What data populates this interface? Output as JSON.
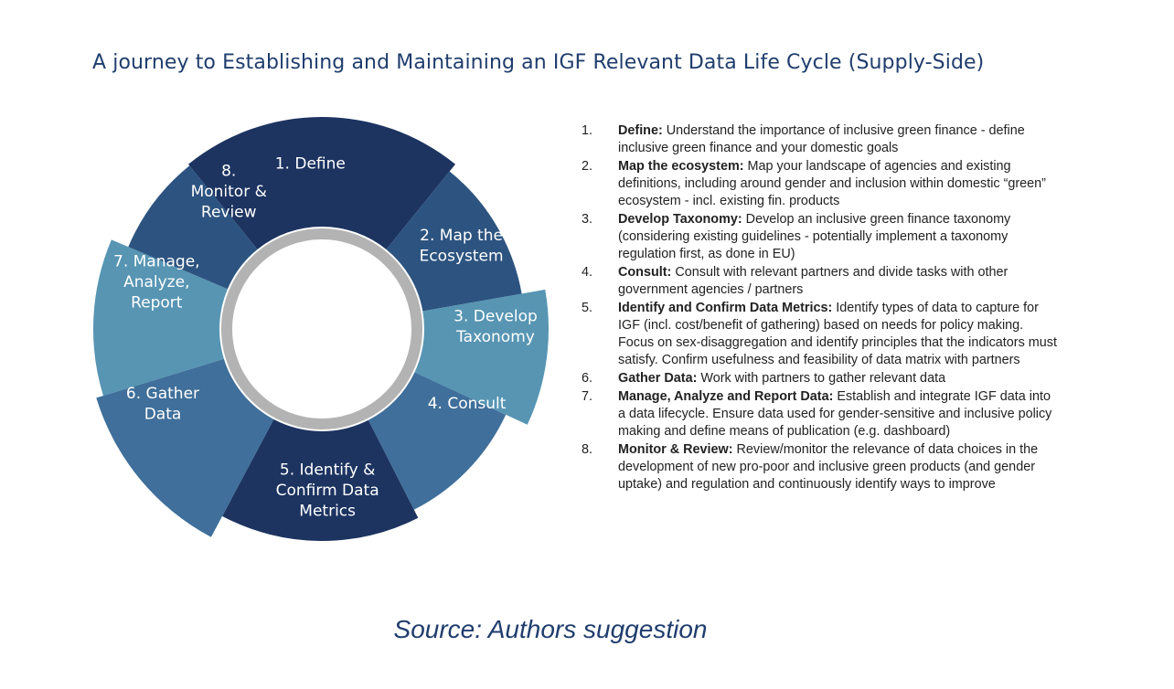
{
  "title": "A journey to Establishing and Maintaining an IGF Relevant Data Life Cycle (Supply-Side)",
  "colors": {
    "title": "#1f3d6d",
    "dark_navy": "#1d3461",
    "medium_navy": "#2d5480",
    "steel_blue": "#3f6f9a",
    "light_blue": "#5795b3",
    "ring": "#b3b3b3"
  },
  "cycle": [
    {
      "label": [
        "1. Define"
      ],
      "color": "#1d3461"
    },
    {
      "label": [
        "2. Map the",
        "Ecosystem"
      ],
      "color": "#2d5480"
    },
    {
      "label": [
        "3. Develop",
        "Taxonomy"
      ],
      "color": "#5795b3"
    },
    {
      "label": [
        "4. Consult"
      ],
      "color": "#3f6f9a"
    },
    {
      "label": [
        "5. Identify &",
        "Confirm Data",
        "Metrics"
      ],
      "color": "#1d3461"
    },
    {
      "label": [
        "6. Gather",
        "Data"
      ],
      "color": "#3f6f9a"
    },
    {
      "label": [
        "7. Manage,",
        "Analyze,",
        "Report"
      ],
      "color": "#5795b3"
    },
    {
      "label": [
        "8.",
        "Monitor &",
        "Review"
      ],
      "color": "#2d5480"
    }
  ],
  "steps": [
    {
      "num": "1.",
      "name": "Define:",
      "text": " Understand the importance of inclusive green finance - define inclusive green finance and your domestic goals"
    },
    {
      "num": "2.",
      "name": "Map the ecosystem:",
      "text": " Map your landscape of agencies and existing definitions, including around gender and inclusion within domestic “green” ecosystem - incl. existing fin. products"
    },
    {
      "num": "3.",
      "name": "Develop Taxonomy:",
      "text": " Develop an inclusive green finance taxonomy (considering existing guidelines - potentially implement a taxonomy regulation first, as done in EU)"
    },
    {
      "num": "4.",
      "name": "Consult:",
      "text": " Consult with relevant partners and divide tasks with other government agencies / partners"
    },
    {
      "num": "5.",
      "name": "Identify and Confirm Data Metrics:",
      "text": " Identify types of  data to capture for IGF (incl. cost/benefit of gathering) based on needs for policy making. Focus on sex-disaggregation and identify principles that the indicators must satisfy. Confirm usefulness and feasibility of data matrix with partners"
    },
    {
      "num": "6.",
      "name": "Gather Data:",
      "text": " Work with partners to gather relevant data"
    },
    {
      "num": "7.",
      "name": "Manage, Analyze and Report Data:",
      "text": " Establish and integrate IGF data into a data lifecycle. Ensure data used for gender-sensitive and inclusive policy making and define means of publication (e.g. dashboard)"
    },
    {
      "num": "8.",
      "name": "Monitor & Review:",
      "text": " Review/monitor the relevance of data choices in the development of new pro-poor and inclusive green products (and gender uptake) and regulation and continuously identify ways to improve"
    }
  ],
  "source": "Source: Authors suggestion"
}
